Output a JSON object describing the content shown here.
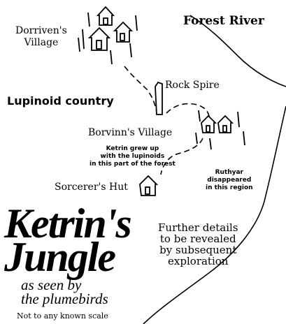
{
  "labels": {
    "dorriven_village": "Dorriven's\nVillage",
    "forest_river": "Forest River",
    "rock_spire": "Rock Spire",
    "lupinoid_country": "Lupinoid country",
    "borvinn_village": "Borvinn's Village",
    "ketrin_note": "Ketrin grew up\nwith the lupinoids\nin this part of the forest",
    "ruthyar_note": "Ruthyar\ndisappeared\nin this region",
    "sorcerer_hut": "Sorcerer's Hut",
    "further_details": "Further details\nto be revealed\nby subsequent\nexploration",
    "scale_note": "Not to any known scale"
  },
  "title": {
    "main": "Ketrin's\nJungle",
    "sub": "as seen by\nthe plumebirds"
  },
  "colors": {
    "background": "#ffffff",
    "ink": "#000000"
  },
  "icons": [
    "hut-icon",
    "tree-icon",
    "rock-spire-icon",
    "path-line",
    "river-line"
  ]
}
